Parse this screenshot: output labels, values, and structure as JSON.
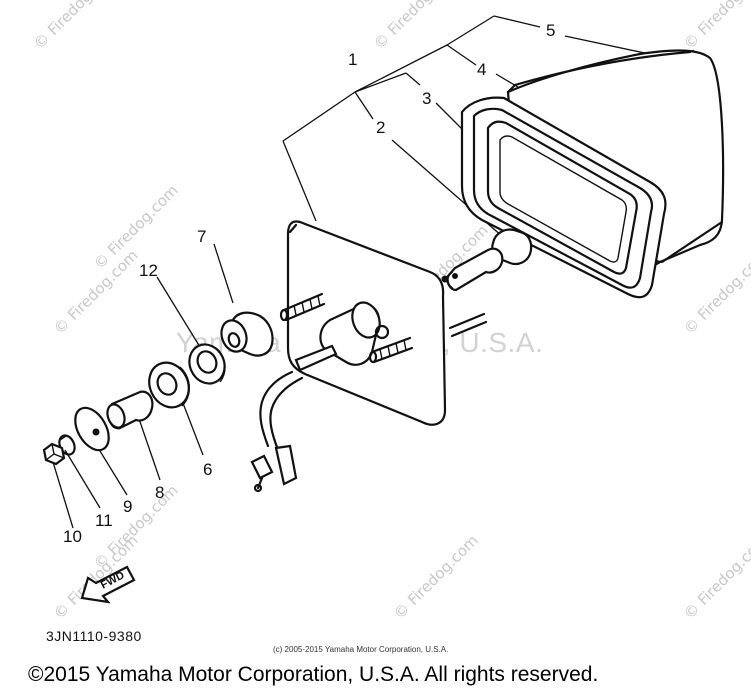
{
  "watermark": {
    "site": "© Firedog.com",
    "center": "Yamaha Motor Corp., U.S.A."
  },
  "callouts": [
    "1",
    "2",
    "3",
    "4",
    "5",
    "7",
    "12",
    "6",
    "8",
    "9",
    "10",
    "11"
  ],
  "part_code": "3JN1110-9380",
  "fwd_label": "FWD",
  "copyright_small": "(c) 2005-2015 Yamaha Motor Corporation, U.S.A.",
  "copyright_footer": "©2015 Yamaha Motor Corporation, U.S.A. All rights reserved."
}
